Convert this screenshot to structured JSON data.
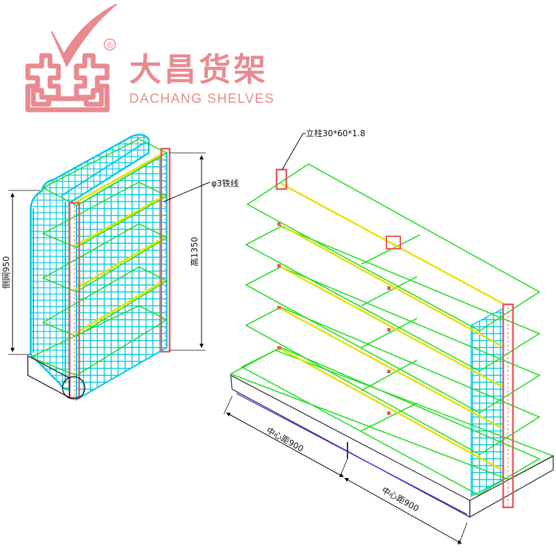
{
  "brand": {
    "name_cn": "大昌货架",
    "name_en": "DACHANG SHELVES",
    "registered_mark": "®",
    "color": "#e98a90"
  },
  "labels": {
    "side_panel": "侧网950",
    "height": "高1350",
    "wire": "φ3铁线",
    "column": "立柱30*60*1.8",
    "center_distance_1": "中心距900",
    "center_distance_2": "中心距900"
  },
  "colors": {
    "shelf_edge": "#22dd22",
    "mesh": "#00c8e6",
    "upright": "#e85858",
    "rail": "#e8e000",
    "dimension": "#000000",
    "base_line": "#3333ff"
  }
}
